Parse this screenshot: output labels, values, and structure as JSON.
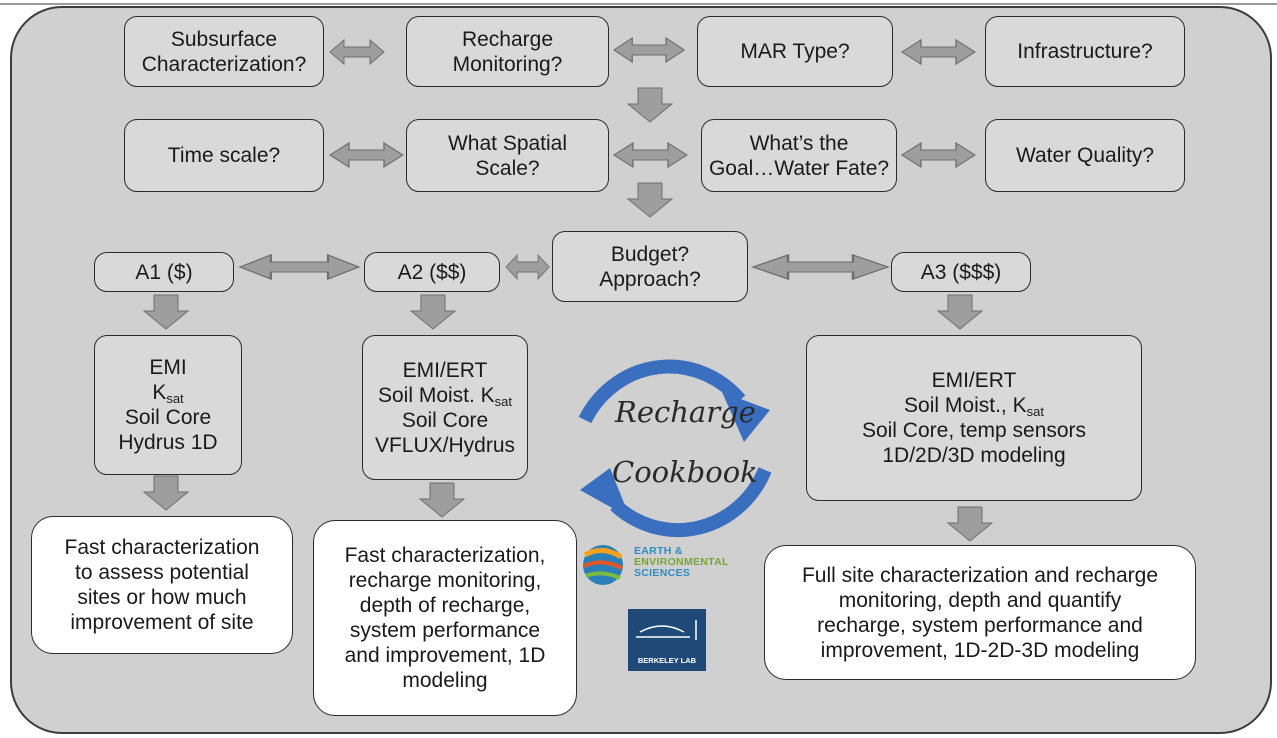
{
  "questions": {
    "subsurface": "Subsurface\nCharacterization?",
    "recharge_monitoring": "Recharge\nMonitoring?",
    "mar_type": "MAR Type?",
    "infrastructure": "Infrastructure?",
    "time_scale": "Time scale?",
    "spatial_scale": "What Spatial\nScale?",
    "goal": "What’s the\nGoal…Water Fate?",
    "water_quality": "Water Quality?",
    "budget": "Budget?\nApproach?"
  },
  "approaches": {
    "a1": "A1 ($)",
    "a2": "A2 ($$)",
    "a3": "A3 ($$$)"
  },
  "methods": {
    "a1": {
      "line1": "EMI",
      "ksat_k": "K",
      "ksat_sub": "sat",
      "line3": "Soil Core",
      "line4": "Hydrus 1D"
    },
    "a2": {
      "line1": "EMI/ERT",
      "line2_pre": "Soil Moist. K",
      "ksat_sub": "sat",
      "line3": "Soil Core",
      "line4": "VFLUX/Hydrus"
    },
    "a3": {
      "line1": "EMI/ERT",
      "line2_pre": "Soil Moist., K",
      "ksat_sub": "sat",
      "line3": "Soil Core, temp sensors",
      "line4": "1D/2D/3D modeling"
    }
  },
  "outcomes": {
    "a1": "Fast characterization\nto assess potential\nsites or how much\nimprovement of site",
    "a2": "Fast characterization,\nrecharge monitoring,\ndepth of recharge,\nsystem performance\nand improvement, 1D\nmodeling",
    "a3": "Full site characterization and recharge\nmonitoring, depth and quantify\nrecharge, system performance and\nimprovement,  1D-2D-3D modeling"
  },
  "logo": {
    "cookbook_line1": "Recharge",
    "cookbook_line2": "Cookbook",
    "ees_line1": "EARTH &",
    "ees_line2": "ENVIRONMENTAL",
    "ees_line3": "SCIENCES",
    "berkeley": "BERKELEY LAB"
  },
  "colors": {
    "panel": "#d0d0d0",
    "box": "#d9d9d9",
    "result_box": "#ffffff",
    "arrow": "#9e9e9e",
    "cycle_arrow": "#3a6fc0"
  }
}
